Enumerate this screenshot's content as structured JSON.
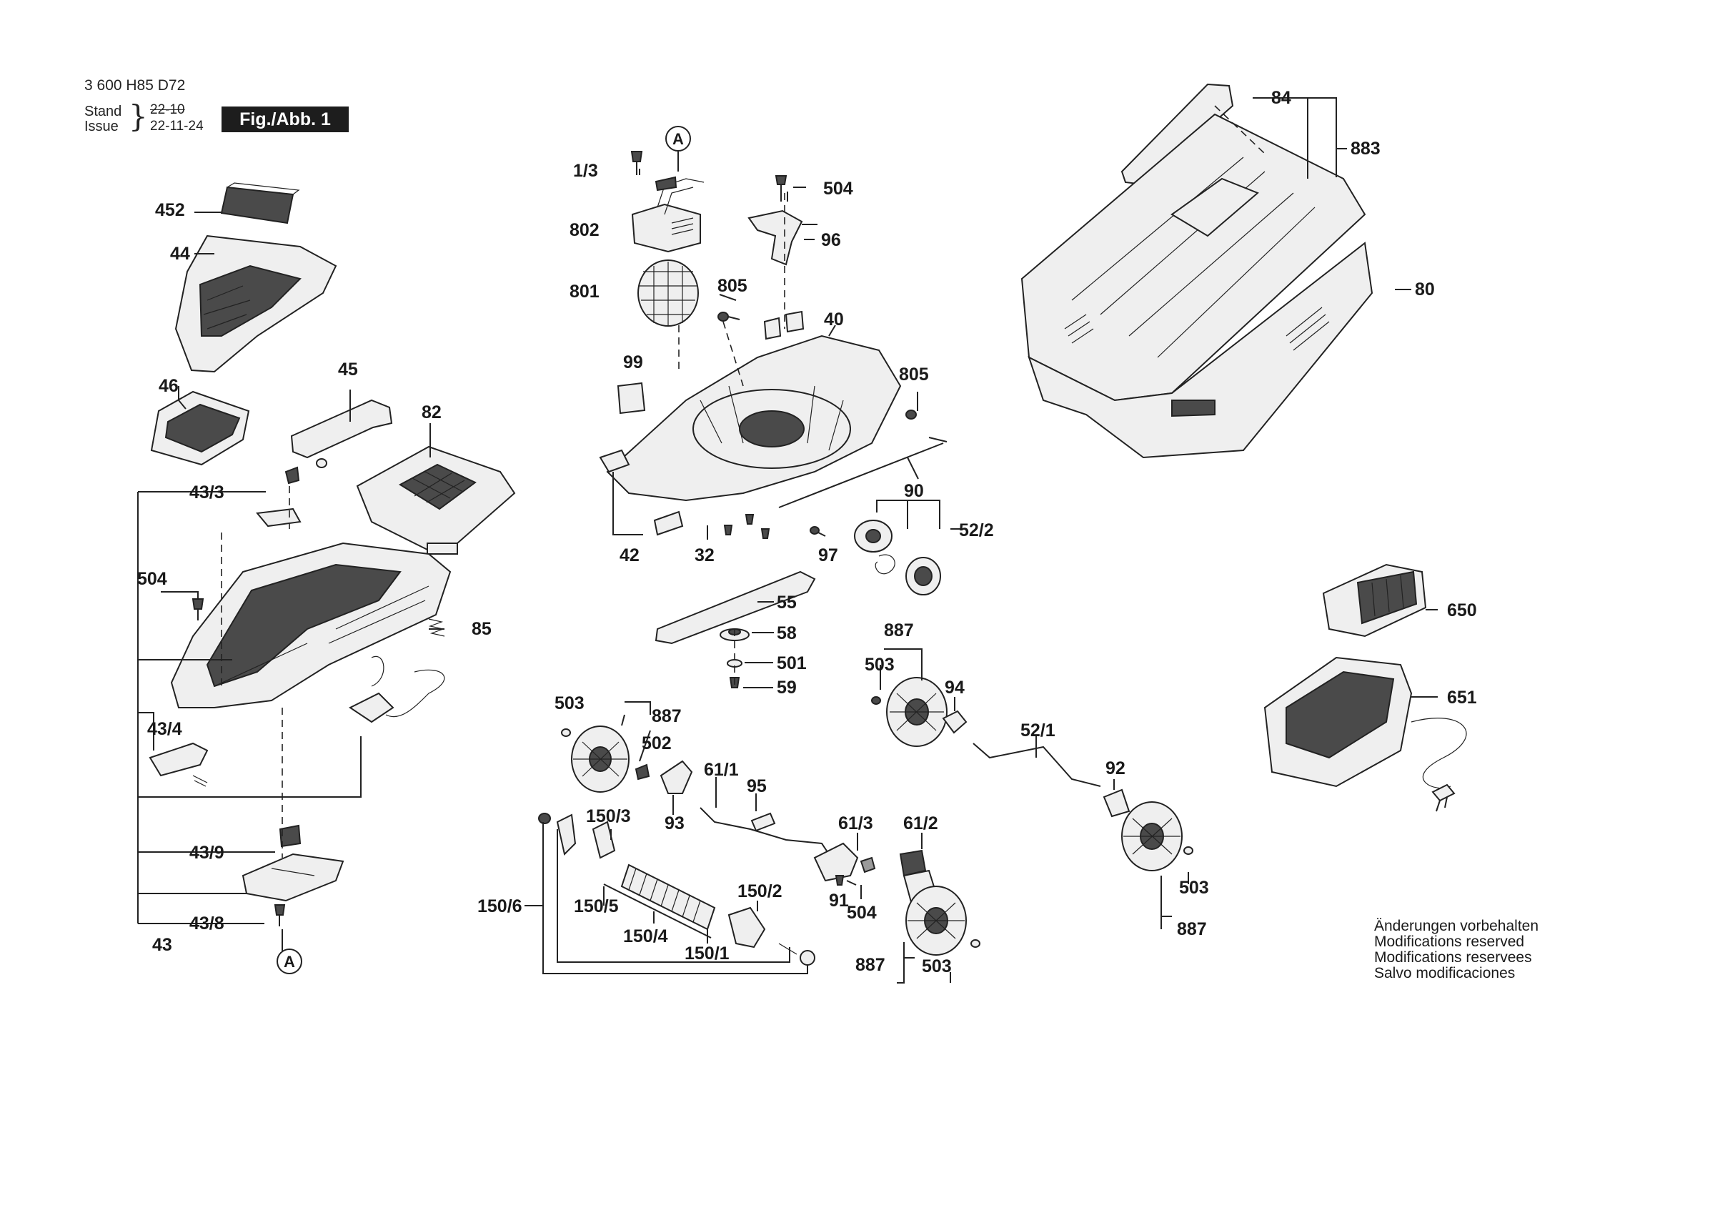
{
  "header": {
    "doc_number": "3 600 H85 D72",
    "stand_label": "Stand",
    "issue_label": "Issue",
    "stand_date": "22-10",
    "issue_date": "22-11-24",
    "figure_label": "Fig./Abb. 1"
  },
  "footer_notice": [
    "Änderungen vorbehalten",
    "Modifications reserved",
    "Modifications reservees",
    "Salvo modificaciones"
  ],
  "reference_marker": "A",
  "part_labels": {
    "p1_3": "1/3",
    "p802": "802",
    "p801": "801",
    "p805a": "805",
    "p504a": "504",
    "p96": "96",
    "p40": "40",
    "p805b": "805",
    "p99": "99",
    "p90": "90",
    "p52_2": "52/2",
    "p42": "42",
    "p32": "32",
    "p97": "97",
    "p55": "55",
    "p58": "58",
    "p501": "501",
    "p59": "59",
    "p84": "84",
    "p883": "883",
    "p80": "80",
    "p452": "452",
    "p44": "44",
    "p45": "45",
    "p46": "46",
    "p82": "82",
    "p43_3": "43/3",
    "p504b": "504",
    "p85": "85",
    "p43_4": "43/4",
    "p43_9": "43/9",
    "p43_8": "43/8",
    "p43": "43",
    "p650": "650",
    "p651": "651",
    "p887a": "887",
    "p503a": "503",
    "p94": "94",
    "p52_1": "52/1",
    "p92": "92",
    "p503b": "503",
    "p887b": "887",
    "p503c": "503",
    "p887c": "887",
    "p502": "502",
    "p61_1": "61/1",
    "p95": "95",
    "p93": "93",
    "p150_3": "150/3",
    "p61_3": "61/3",
    "p61_2": "61/2",
    "p150_6": "150/6",
    "p150_5": "150/5",
    "p150_2": "150/2",
    "p91": "91",
    "p504c": "504",
    "p150_4": "150/4",
    "p150_1": "150/1",
    "p887d": "887",
    "p503d": "503"
  }
}
